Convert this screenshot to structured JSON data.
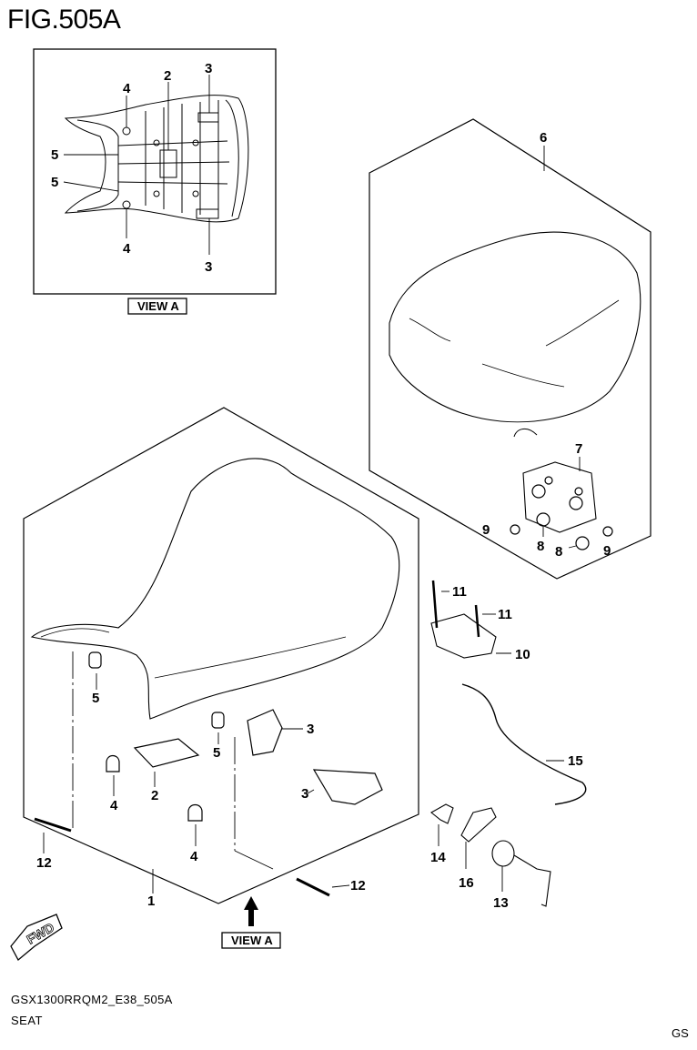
{
  "figure": {
    "title": "FIG.505A"
  },
  "view_labels": {
    "inset": "VIEW A",
    "arrow": "VIEW A"
  },
  "fwd_label": "FWD",
  "footer": {
    "code": "GSX1300RRQM2_E38_505A",
    "name": "SEAT",
    "corner": "GS"
  },
  "callouts": {
    "inset_2": "2",
    "inset_3_top": "3",
    "inset_3_bottom": "3",
    "inset_4_top": "4",
    "inset_4_bottom": "4",
    "inset_5_top": "5",
    "inset_5_bottom": "5",
    "p6": "6",
    "p7": "7",
    "p9_left": "9",
    "p8_left": "8",
    "p8_right": "8",
    "p9_right": "9",
    "p11_top": "11",
    "p11_right": "11",
    "p10": "10",
    "p5_left": "5",
    "p5_mid": "5",
    "p3_upper": "3",
    "p3_lower": "3",
    "p4_upper": "4",
    "p2": "2",
    "p4_lower": "4",
    "p12_left": "12",
    "p12_right": "12",
    "p1": "1",
    "p15": "15",
    "p14": "14",
    "p16": "16",
    "p13": "13"
  }
}
